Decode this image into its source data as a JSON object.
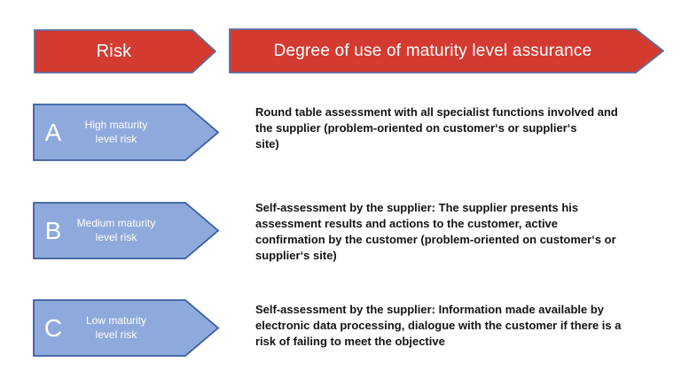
{
  "colors": {
    "red_fill": "#D33B31",
    "red_border": "#5B6F9F",
    "blue_fill": "#8EA9DB",
    "blue_border": "#3A5F9E",
    "header_text": "#FFFFFF",
    "body_text": "#141414",
    "slide_bg": "#FFFFFF"
  },
  "header": {
    "risk_label": "Risk",
    "degree_label": "Degree of use of maturity level assurance"
  },
  "rows": [
    {
      "letter": "A",
      "risk_label": "High maturity\nlevel risk",
      "description": "Round table assessment with all specialist functions involved and\nthe supplier (problem-oriented on customer‘s or supplier‘s\nsite)"
    },
    {
      "letter": "B",
      "risk_label": "Medium maturity\nlevel risk",
      "description": "Self-assessment by the supplier: The supplier presents his\nassessment results and actions to the customer, active\nconfirmation by the customer (problem-oriented on customer‘s or\nsupplier‘s site)"
    },
    {
      "letter": "C",
      "risk_label": "Low maturity\nlevel risk",
      "description": "Self-assessment by the supplier: Information made available by\nelectronic data processing, dialogue with the customer if there is a\nrisk of failing to meet the objective"
    }
  ]
}
